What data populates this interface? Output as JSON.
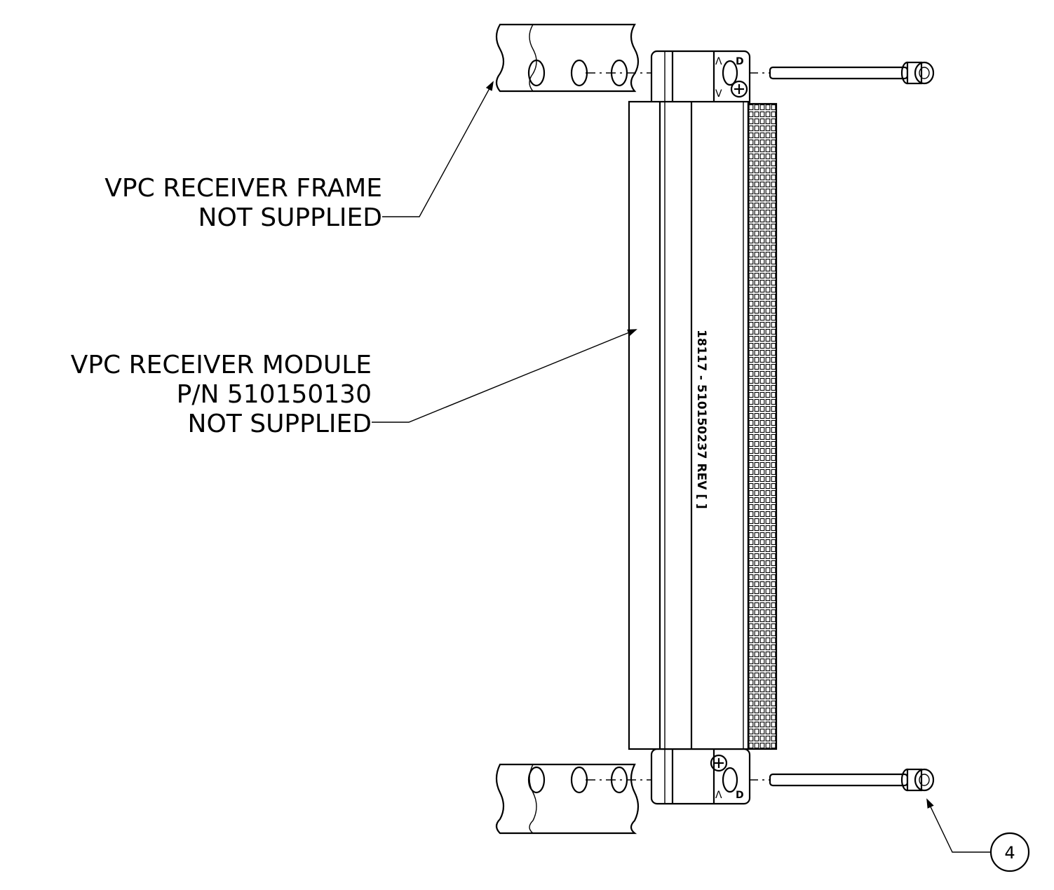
{
  "callouts": {
    "frame": {
      "line1": "VPC RECEIVER FRAME",
      "line2": "NOT SUPPLIED"
    },
    "module": {
      "line1": "VPC RECEIVER MODULE",
      "line2": "P/N 510150130",
      "line3": "NOT SUPPLIED"
    }
  },
  "module_marking": "18117 - 510150237   REV  [ ]",
  "balloon": {
    "item": "4"
  },
  "bracket_marks": {
    "letter": "D",
    "arrow_up": "Λ",
    "arrow_down": "V"
  }
}
